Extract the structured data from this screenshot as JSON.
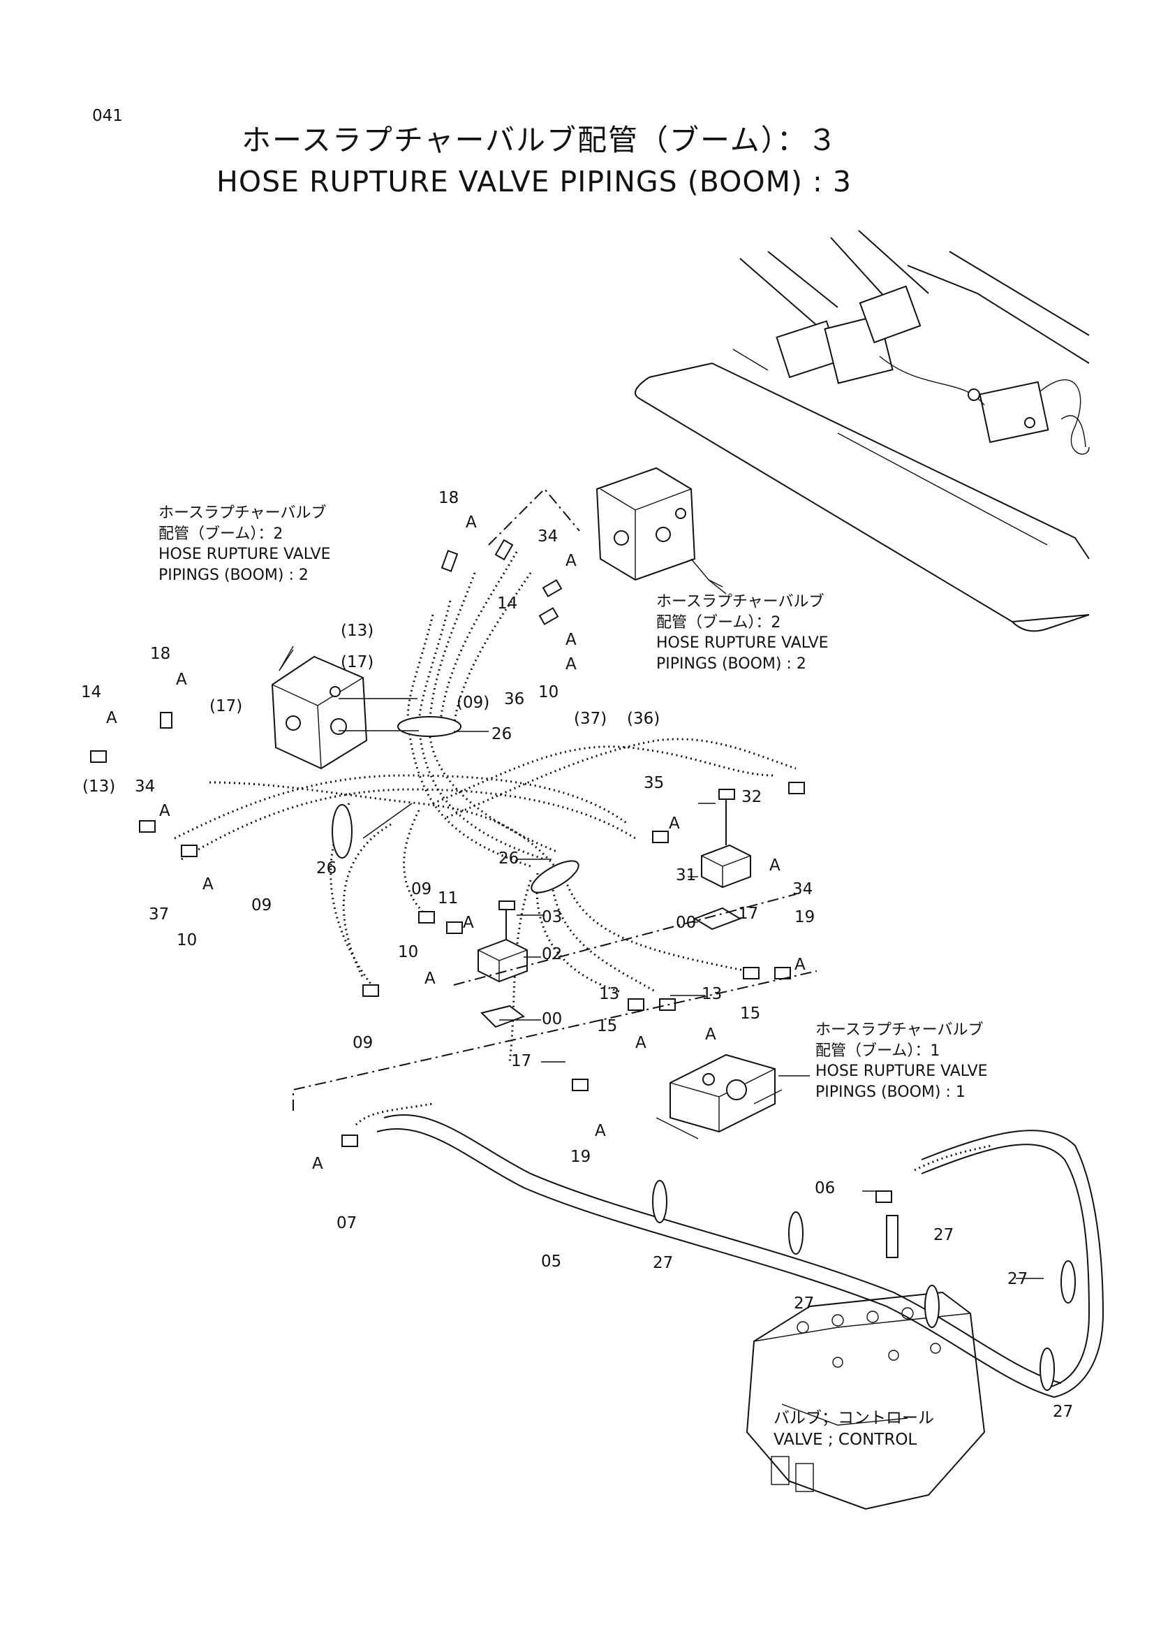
{
  "page_number": "041",
  "title_jp": "ホースラプチャーバルブ配管（ブーム）：３",
  "title_en": "HOSE RUPTURE VALVE PIPINGS (BOOM) : 3",
  "references": {
    "left": "ホースラプチャーバルブ\n配管（ブーム）：2\nHOSE RUPTURE VALVE\nPIPINGS (BOOM) : 2",
    "right": "ホースラプチャーバルブ\n配管（ブーム）：2\nHOSE RUPTURE VALVE\nPIPINGS (BOOM) : 2",
    "lower": "ホースラプチャーバルブ\n配管（ブーム）：1\nHOSE RUPTURE VALVE\nPIPINGS (BOOM) : 1",
    "control": "バルブ；コントロール\nVALVE ; CONTROL"
  },
  "callouts": [
    "18",
    "A",
    "34",
    "A",
    "14",
    "A",
    "(13)",
    "(17)",
    "(09)",
    "36",
    "10",
    "A",
    "18",
    "A",
    "14",
    "A",
    "(17)",
    "(13)",
    "34",
    "A",
    "37",
    "10",
    "A",
    "09",
    "26",
    "26",
    "(37)",
    "(36)",
    "35",
    "A",
    "32",
    "31",
    "A",
    "34",
    "00",
    "17",
    "19",
    "A",
    "09",
    "11",
    "A",
    "03",
    "26",
    "02",
    "10",
    "A",
    "00",
    "09",
    "13",
    "13",
    "15",
    "A",
    "15",
    "A",
    "17",
    "19",
    "A",
    "A",
    "07",
    "05",
    "27",
    "06",
    "27",
    "27",
    "27",
    "27"
  ]
}
